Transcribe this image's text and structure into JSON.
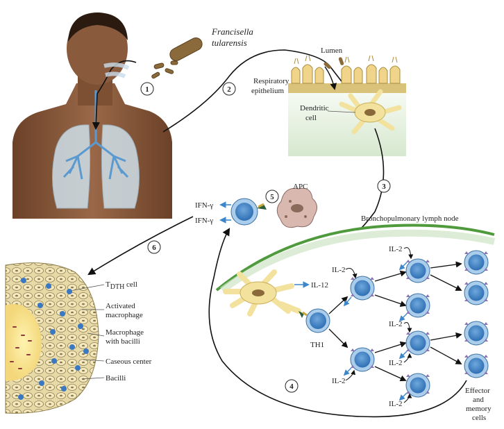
{
  "organism": {
    "line1": "Francisella",
    "line2": "tularensis"
  },
  "epithelium": {
    "lumen": "Lumen",
    "respiratory_line1": "Respiratory",
    "respiratory_line2": "epithelium",
    "dendritic_line1": "Dendritic",
    "dendritic_line2": "cell"
  },
  "steps": [
    "1",
    "2",
    "3",
    "4",
    "5",
    "6"
  ],
  "apc": {
    "label": "APC",
    "ifn_top": "IFN-γ",
    "ifn_bottom": "IFN-γ"
  },
  "lymph_node": {
    "title": "Bronchopulmonary lymph node",
    "il12": "IL-12",
    "th1": "TH1",
    "il2": "IL-2",
    "effector_line1": "Effector",
    "effector_line2": "and",
    "effector_line3": "memory",
    "effector_line4": "cells"
  },
  "granuloma": {
    "tdth_main": "T",
    "tdth_sub": "DTH",
    "tdth_suffix": " cell",
    "activated_line1": "Activated",
    "activated_line2": "macrophage",
    "macrophage_line1": "Macrophage",
    "macrophage_line2": "with bacilli",
    "caseous": "Caseous center",
    "bacilli": "Bacilli"
  },
  "colors": {
    "cell_fill": "#4f8fd0",
    "cell_ring": "#a9cdea",
    "lymph_bg": "#eaf3e6",
    "lymph_border": "#4f9a3c",
    "epithelium": "#f0d48a",
    "skin": "#8a5a3c",
    "arrow_blue": "#3d86c9"
  }
}
